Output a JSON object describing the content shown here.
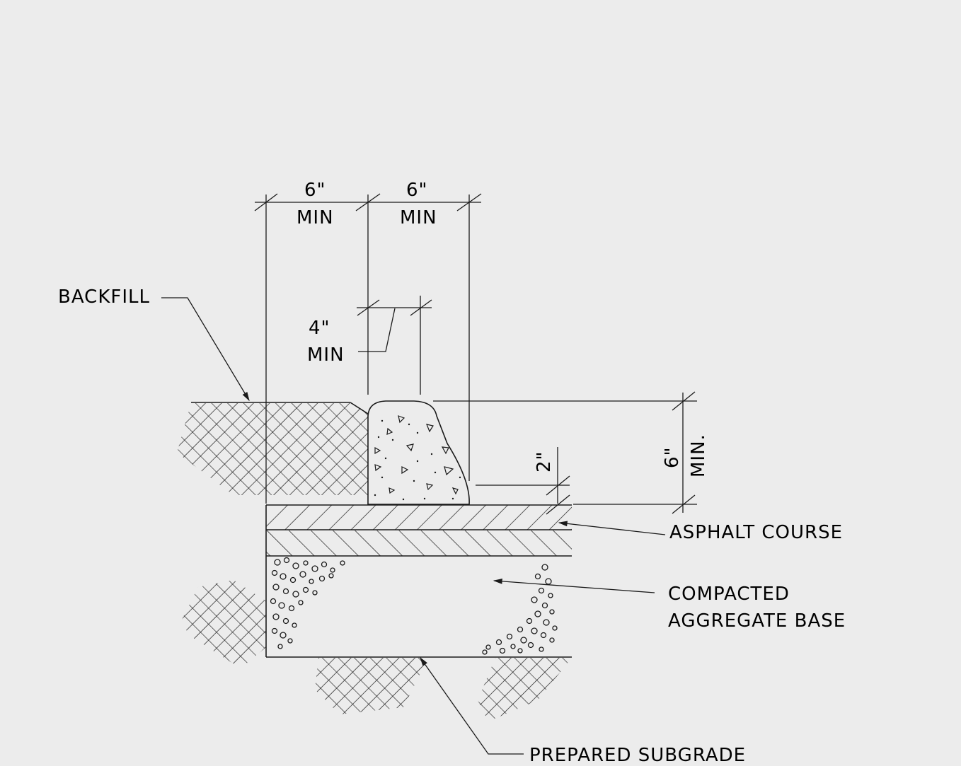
{
  "colors": {
    "ink": "#1a1a1a",
    "paper": "#ececec"
  },
  "labels": {
    "backfill": "BACKFILL",
    "asphalt": "ASPHALT COURSE",
    "aggregate_line1": "COMPACTED",
    "aggregate_line2": "AGGREGATE BASE",
    "subgrade": "PREPARED SUBGRADE"
  },
  "dims": {
    "left_width_value": "6\"",
    "left_width_note": "MIN",
    "right_width_value": "6\"",
    "right_width_note": "MIN",
    "top_width_value": "4\"",
    "top_width_note": "MIN",
    "reveal_value": "2\"",
    "height_value": "6\"",
    "height_note": "MIN."
  }
}
